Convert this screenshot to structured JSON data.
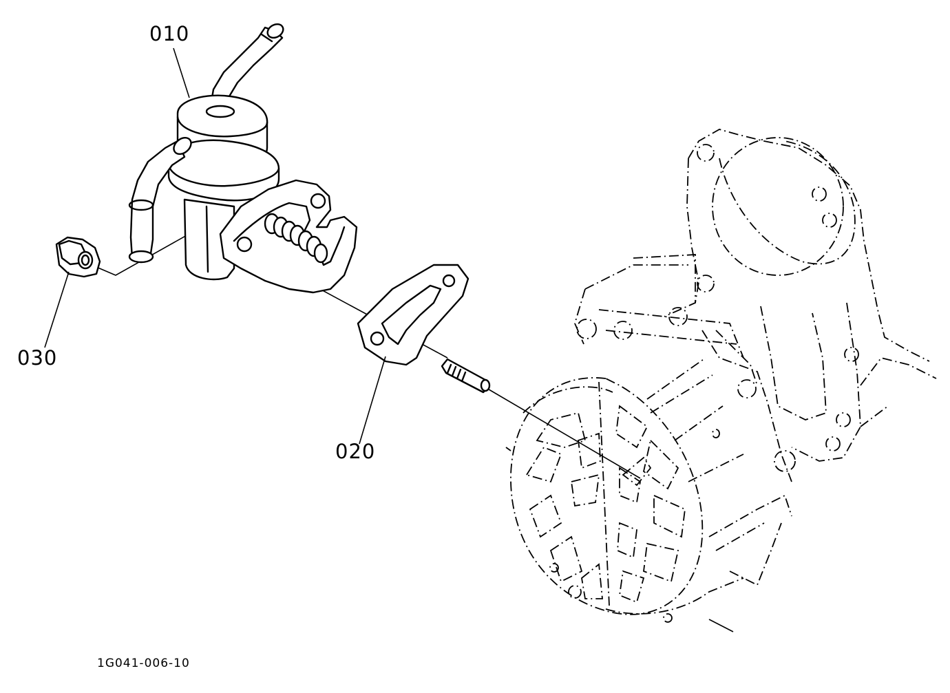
{
  "callouts": {
    "part_010": "010",
    "part_020": "020",
    "part_030": "030"
  },
  "figure_number": "1G041-006-10"
}
